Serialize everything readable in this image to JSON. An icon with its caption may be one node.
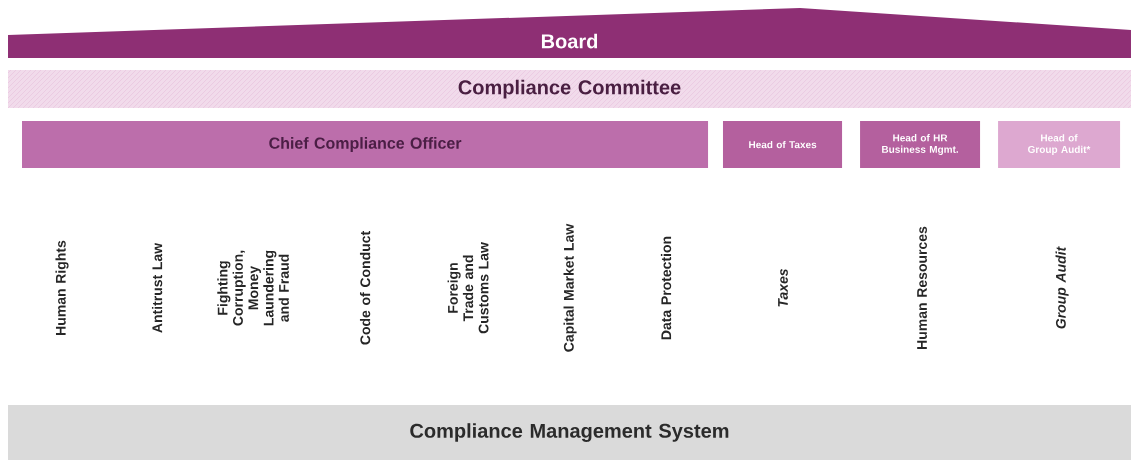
{
  "diagram": {
    "nodes": [
      {
        "text": [
          "Board"
        ]
      },
      {
        "text": [
          "Compliance Committee"
        ]
      },
      {
        "text": [
          "Chief Compliance Officer"
        ]
      },
      {
        "text": [
          "Head of Taxes"
        ]
      },
      {
        "text": [
          "Head of HR Business Mgmt."
        ]
      },
      {
        "text": [
          "Head of Group Audit*"
        ]
      },
      {
        "text": [
          "Compliance Management System"
        ]
      }
    ],
    "labels": [
      "Human Rights",
      "Antitrust Law",
      "Fighting Corruption, Money Laundering and Fraud",
      "Code of Conduct",
      "Foreign Trade and Customs Law",
      "Capital Market Law",
      "Data Protection",
      "Taxes",
      "Human Resources",
      "Group Audit"
    ]
  }
}
